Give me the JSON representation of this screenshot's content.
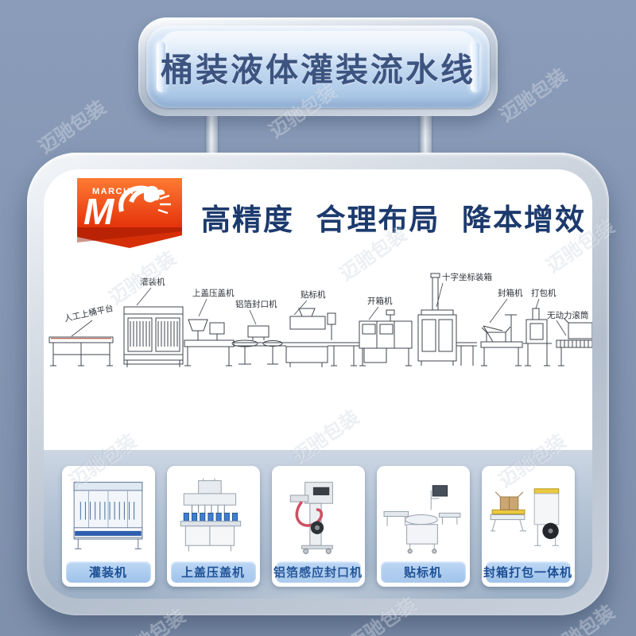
{
  "badge": {
    "title": "桶装液体灌装流水线"
  },
  "logo": {
    "brand": "MARCHI",
    "monogram": "M"
  },
  "headline": {
    "parts": [
      "高精度",
      "合理布局",
      "降本增效"
    ]
  },
  "diagram": {
    "labels": [
      "人工上桶平台",
      "灌装机",
      "上盖压盖机",
      "铝箔封口机",
      "贴标机",
      "开箱机",
      "十字坐标装箱",
      "封箱机",
      "打包机",
      "无动力滚筒"
    ]
  },
  "products": [
    {
      "label": "灌装机"
    },
    {
      "label": "上盖压盖机"
    },
    {
      "label": "铝箔感应封口机"
    },
    {
      "label": "贴标机"
    },
    {
      "label": "封箱打包一体机"
    }
  ],
  "watermark": {
    "text": "迈驰包装"
  },
  "colors": {
    "background": "#8596b2",
    "accent_red": "#e8380d",
    "headline_navy": "#1c3a6d",
    "badge_text": "#3d5480",
    "pill_bg": "#a9c9ed",
    "pill_text": "#1d4f94"
  }
}
